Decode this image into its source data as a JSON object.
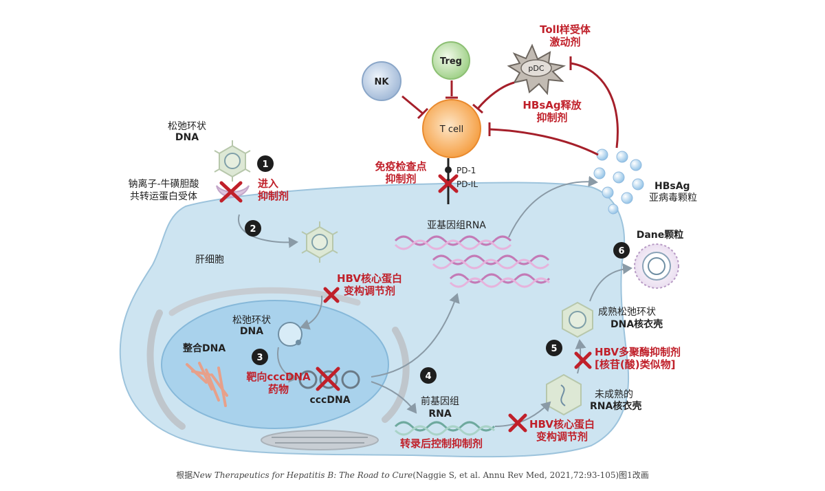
{
  "labels": {
    "relaxed_dna_top": [
      "松弛环状",
      "DNA"
    ],
    "ntcp_receptor": [
      "钠离子-牛磺胆酸",
      "共转运蛋白受体"
    ],
    "entry_inhibitor": [
      "进入",
      "抑制剂"
    ],
    "hepatocyte": "肝细胞",
    "core_modulator_1": [
      "HBV核心蛋白",
      "变构调节剂"
    ],
    "relaxed_dna_nucleus": [
      "松弛环状",
      "DNA"
    ],
    "integrated_dna": "整合DNA",
    "target_cccdna": [
      "靶向cccDNA",
      "药物"
    ],
    "cccdna": "cccDNA",
    "pregenomic_rna": [
      "前基因组",
      "RNA"
    ],
    "post_transcription": "转录后控制抑制剂",
    "core_modulator_2": [
      "HBV核心蛋白",
      "变构调节剂"
    ],
    "immature_capsid": [
      "未成熟的",
      "RNA核衣壳"
    ],
    "polymerase_inhibitor": [
      "HBV多聚酶抑制剂",
      "[核苷(酸)类似物]"
    ],
    "mature_capsid": [
      "成熟松弛环状",
      "DNA核衣壳"
    ],
    "dane": "Dane颗粒",
    "subgenomic_rna": "亚基因组RNA",
    "hbsag": [
      "HBsAg",
      "亚病毒颗粒"
    ],
    "checkpoint_inhibitor": [
      "免疫检查点",
      "抑制剂"
    ],
    "pd1": "PD-1",
    "pdl": "PD-IL",
    "nk": "NK",
    "treg": "Treg",
    "tcell": "T cell",
    "pdc": "pDC",
    "tlr_agonist": [
      "Toll样受体",
      "激动剂"
    ],
    "hbsag_release": [
      "HBsAg释放",
      "抑制剂"
    ]
  },
  "steps": [
    "1",
    "2",
    "3",
    "4",
    "5",
    "6"
  ],
  "caption": {
    "prefix": "根据",
    "title": "New Therapeutics for Hepatitis B: The Road to Cure",
    "suffix": "(Naggie S, et al. Annu Rev Med, 2021,72:93-105)图1改画"
  },
  "colors": {
    "inhibitor_red": "#c0202a",
    "cell_fill": "#cde4f1",
    "nucleus_fill": "#a9d2ec",
    "tcell": "#f6a54b"
  }
}
